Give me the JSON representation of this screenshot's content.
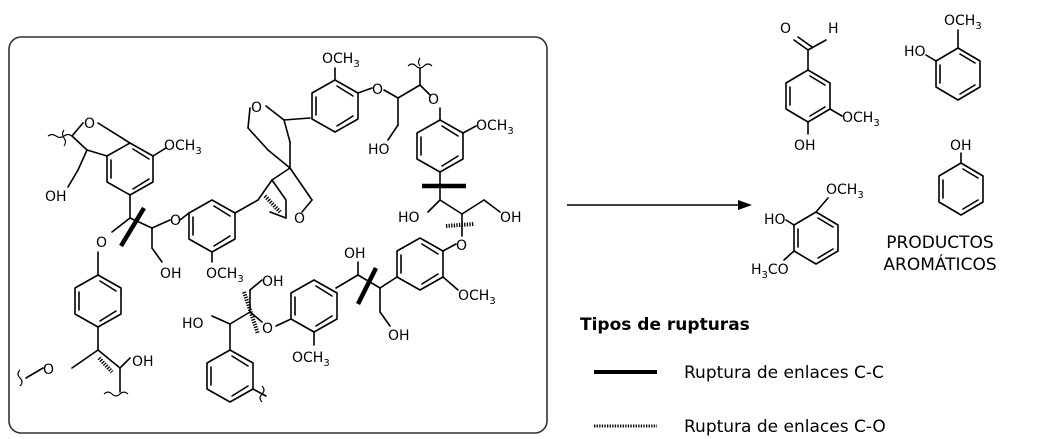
{
  "labels": {
    "och3": "OCH",
    "oh": "OH",
    "ho": "HO",
    "o": "O",
    "h": "H",
    "h3co_prefix": "H",
    "h3co_suffix": "CO",
    "sub3": "3"
  },
  "products": {
    "caption_line1": "PRODUCTOS",
    "caption_line2": "AROMÁTICOS"
  },
  "legend": {
    "title": "Tipos de rupturas",
    "cc_label": "Ruptura de enlaces C-C",
    "co_label": "Ruptura de enlaces C-O"
  }
}
